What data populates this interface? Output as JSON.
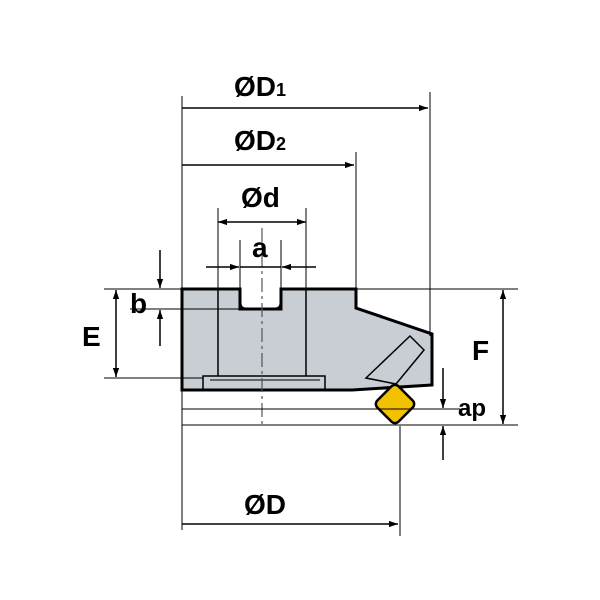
{
  "labels": {
    "D1": {
      "main": "ØD",
      "sub": "1"
    },
    "D2": {
      "main": "ØD",
      "sub": "2"
    },
    "d": "Ød",
    "a": "a",
    "b": "b",
    "E": "E",
    "F": "F",
    "ap": "ap",
    "D": "ØD"
  },
  "colors": {
    "body_fill": "#c9cdd4",
    "insert_fill": "#f2c200",
    "line": "#000000",
    "centerline": "#555555"
  }
}
